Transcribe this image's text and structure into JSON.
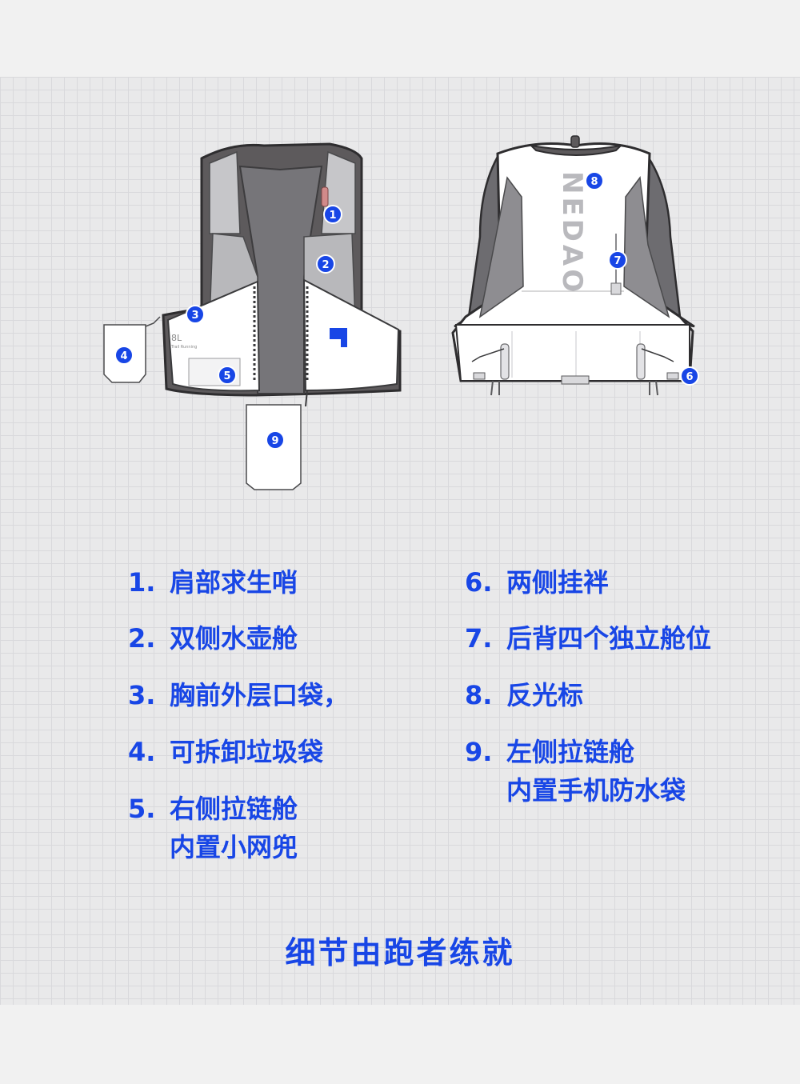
{
  "colors": {
    "accent": "#1846e6",
    "vest_shell": "#ffffff",
    "mesh": "#8a8a8e",
    "outline": "#3a3a3c"
  },
  "diagram": {
    "front_label_1": "1",
    "front_label_2": "2",
    "front_label_3": "3",
    "front_label_4": "4",
    "front_label_5": "5",
    "front_label_9": "9",
    "back_label_6": "6",
    "back_label_7": "7",
    "back_label_8": "8",
    "brand_text": "NEDAO",
    "front_capacity": "8L",
    "front_subtitle": "Trail Running",
    "logo_tag": "NEDAO"
  },
  "features": {
    "left": [
      {
        "num": "1.",
        "text": "肩部求生哨"
      },
      {
        "num": "2.",
        "text": "双侧水壶舱"
      },
      {
        "num": "3.",
        "text": "胸前外层口袋，"
      },
      {
        "num": "4.",
        "text": "可拆卸垃圾袋"
      },
      {
        "num": "5.",
        "text": "右侧拉链舱\n内置小网兜"
      }
    ],
    "right": [
      {
        "num": "6.",
        "text": "两侧挂袢"
      },
      {
        "num": "7.",
        "text": "后背四个独立舱位"
      },
      {
        "num": "8.",
        "text": "反光标"
      },
      {
        "num": "9.",
        "text": "左侧拉链舱\n内置手机防水袋"
      }
    ]
  },
  "footer": {
    "title": "细节由跑者练就"
  }
}
